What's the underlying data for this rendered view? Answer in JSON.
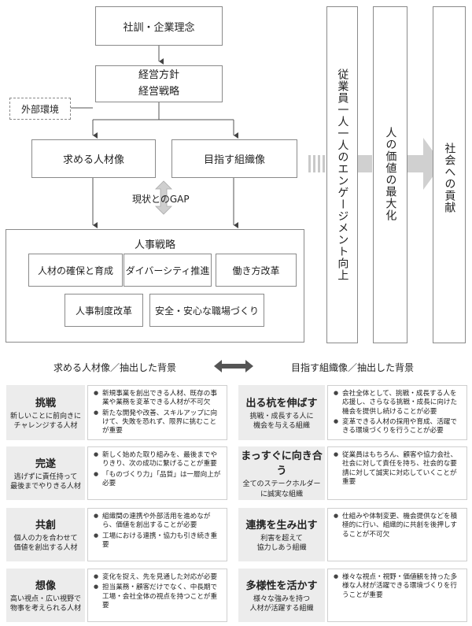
{
  "top": {
    "motto": "社訓・企業理念",
    "policy_line1": "経営方針",
    "policy_line2": "経営戦略",
    "environment": "外部環境",
    "talent": "求める人材像",
    "org": "目指す組織像",
    "gap": "現状とのGAP",
    "hr_title": "人事戦略",
    "hr_items": [
      "人材の確保と育成",
      "ダイバーシティ推進",
      "働き方改革",
      "人事制度改革",
      "安全・安心な職場づくり"
    ]
  },
  "flow": {
    "col1": "従業員一人一人のエンゲージメント向上",
    "col2": "人の価値の最大化",
    "col3": "社会への貢献"
  },
  "captions": {
    "left": "求める人材像／抽出した背景",
    "right": "目指す組織像／抽出した背景"
  },
  "talent_cards": [
    {
      "title": "挑戦",
      "sub": [
        "新しいことに前向きに",
        "チャレンジする人材"
      ],
      "bullets": [
        "新規事業を創出できる人材、既存の事業や業務を変革できる人材が不可欠",
        "新たな開発や改善、スキルアップに向けて、失敗を恐れず、限界に挑むことが重要"
      ]
    },
    {
      "title": "完遂",
      "sub": [
        "逃げずに責任持って",
        "最後までやりきる人材"
      ],
      "bullets": [
        "新しく始めた取り組みを、最後までやりきり、次の成功に繋げることが重要",
        "「ものづくり力」「品質」は一層向上が必要"
      ]
    },
    {
      "title": "共創",
      "sub": [
        "個人の力を合わせて",
        "価値を創出する人材"
      ],
      "bullets": [
        "組織間の連携や外部活用を進めながら、価値を創出することが必要",
        "工場における連携・協力も引き続き重要"
      ]
    },
    {
      "title": "想像",
      "sub": [
        "高い視点・広い視野で",
        "物事を考えられる人材"
      ],
      "bullets": [
        "変化を捉え、先を見通した対応が必要",
        "担当業務・顧客だけでなく、中長期で工場・会社全体の視点を持つことが重要"
      ]
    }
  ],
  "org_cards": [
    {
      "title": "出る杭を伸ばす",
      "sub": [
        "挑戦・成長する人に",
        "機会を与える組織"
      ],
      "bullets": [
        "会社全体として、挑戦・成長する人を応援し、さらなる挑戦・成長に向けた機会を提供し続けることが必要",
        "変革できる人材の採用や育成、活躍できる環境づくりを行うことが必要"
      ]
    },
    {
      "title": "まっすぐに向き合う",
      "sub": [
        "全てのステークホルダー",
        "に誠実な組織"
      ],
      "bullets": [
        "従業員はもちろん、顧客や協力会社、社会に対して責任を持ち、社会的な要請に対して誠実に対応していくことが重要"
      ]
    },
    {
      "title": "連携を生み出す",
      "sub": [
        "利害を超えて",
        "協力しあう組織"
      ],
      "bullets": [
        "仕組みや体制変更、機会提供などを積極的に行い、組織的に共創を後押しすることが不可欠"
      ]
    },
    {
      "title": "多様性を活かす",
      "sub": [
        "様々な強みを持つ",
        "人材が活躍する組織"
      ],
      "bullets": [
        "様々な視点・視野・価値観を持った多様な人材が活躍できる環境づくりを行うことが重要"
      ]
    }
  ]
}
